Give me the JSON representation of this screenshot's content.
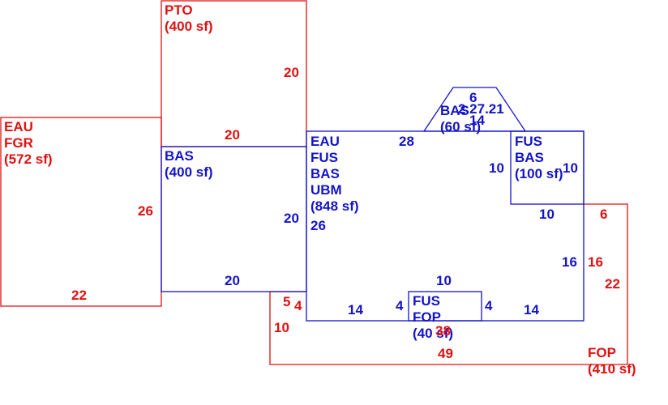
{
  "colors": {
    "red": "#e01010",
    "blue": "#1414c8"
  },
  "areas": {
    "pto": [
      "PTO",
      "(400 sf)"
    ],
    "eau_fgr": [
      "EAU",
      "FGR",
      "(572 sf)"
    ],
    "bas_left": [
      "BAS",
      "(400 sf)"
    ],
    "main": [
      "EAU",
      "FUS",
      "BAS",
      "UBM",
      "(848 sf)"
    ],
    "bay": [
      "BAS",
      "(60 sf)"
    ],
    "bay_extra": "2.27.21",
    "fus_bas": [
      "FUS",
      "BAS",
      "(100 sf)"
    ],
    "fus_fop": [
      "FUS",
      "FOP",
      "(40 sf)"
    ],
    "fop": [
      "FOP",
      "(410 sf)"
    ]
  },
  "dims": {
    "pto_right": "20",
    "pto_bottom": "20",
    "fgr_right": "26",
    "fgr_bottom": "22",
    "bas_bottom": "20",
    "bas_right": "20",
    "main_top": "28",
    "main_left": "26",
    "bay_top": "6",
    "bay_inner": "14",
    "fusbas_left": "10",
    "fusbas_right": "10",
    "fusbas_bottom": "10",
    "fop_right_top": "6",
    "main_right_blue": "16",
    "fop_inner_red": "16",
    "fop_right": "22",
    "porch_top": "10",
    "porch_left_blue": "4",
    "porch_right_blue": "4",
    "bottom_left_blue": "14",
    "bottom_right_blue": "14",
    "notch_red": "5",
    "notch_blue": "4",
    "fop_left": "10",
    "fop_38": "38",
    "fop_bottom": "49"
  }
}
